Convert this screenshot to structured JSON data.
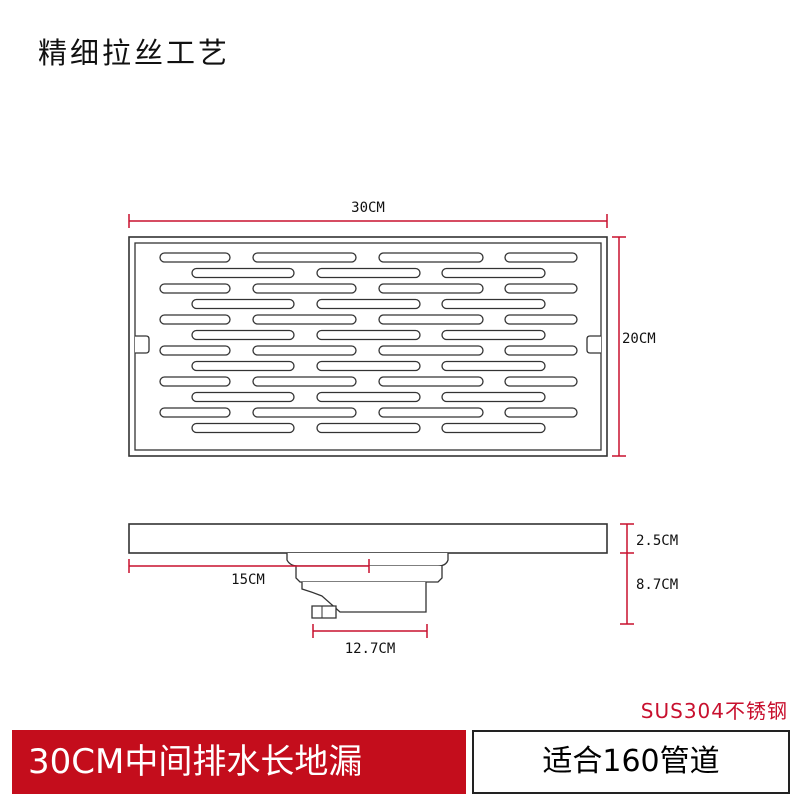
{
  "header": {
    "title": "精细拉丝工艺"
  },
  "dimensions": {
    "length": "30CM",
    "width": "20CM",
    "cover_thickness": "2.5CM",
    "body_height": "8.7CM",
    "outlet_offset": "15CM",
    "outlet_diameter": "12.7CM"
  },
  "material": "SUS304不锈钢",
  "footer": {
    "product_name": "30CM中间排水长地漏",
    "fit_note": "适合160管道"
  },
  "colors": {
    "dimension_line": "#c8102e",
    "banner": "#c40d1c",
    "outline": "#333333"
  }
}
